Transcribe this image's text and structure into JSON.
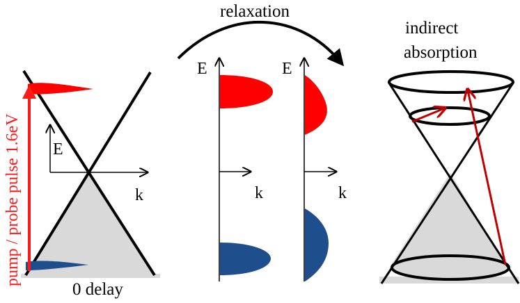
{
  "labels": {
    "relaxation": "relaxation",
    "indirect_line1": "indirect",
    "indirect_line2": "absorption",
    "pump_probe": "pump / probe pulse 1.6eV",
    "zero_delay": "0 delay",
    "energy_axis_panel1": "E",
    "momentum_axis_panel1": "k",
    "energy_axis_panel2": "E",
    "momentum_axis_panel2": "k",
    "energy_axis_panel3": "E",
    "momentum_axis_panel3": "k"
  },
  "colors": {
    "excited_electrons": "#ff0000",
    "holes": "#1f4e8c",
    "valence_fill": "#d9d9d9",
    "transition_arrow": "#c00000",
    "pump_arrow": "#ff1a1a",
    "lines": "#000000"
  }
}
